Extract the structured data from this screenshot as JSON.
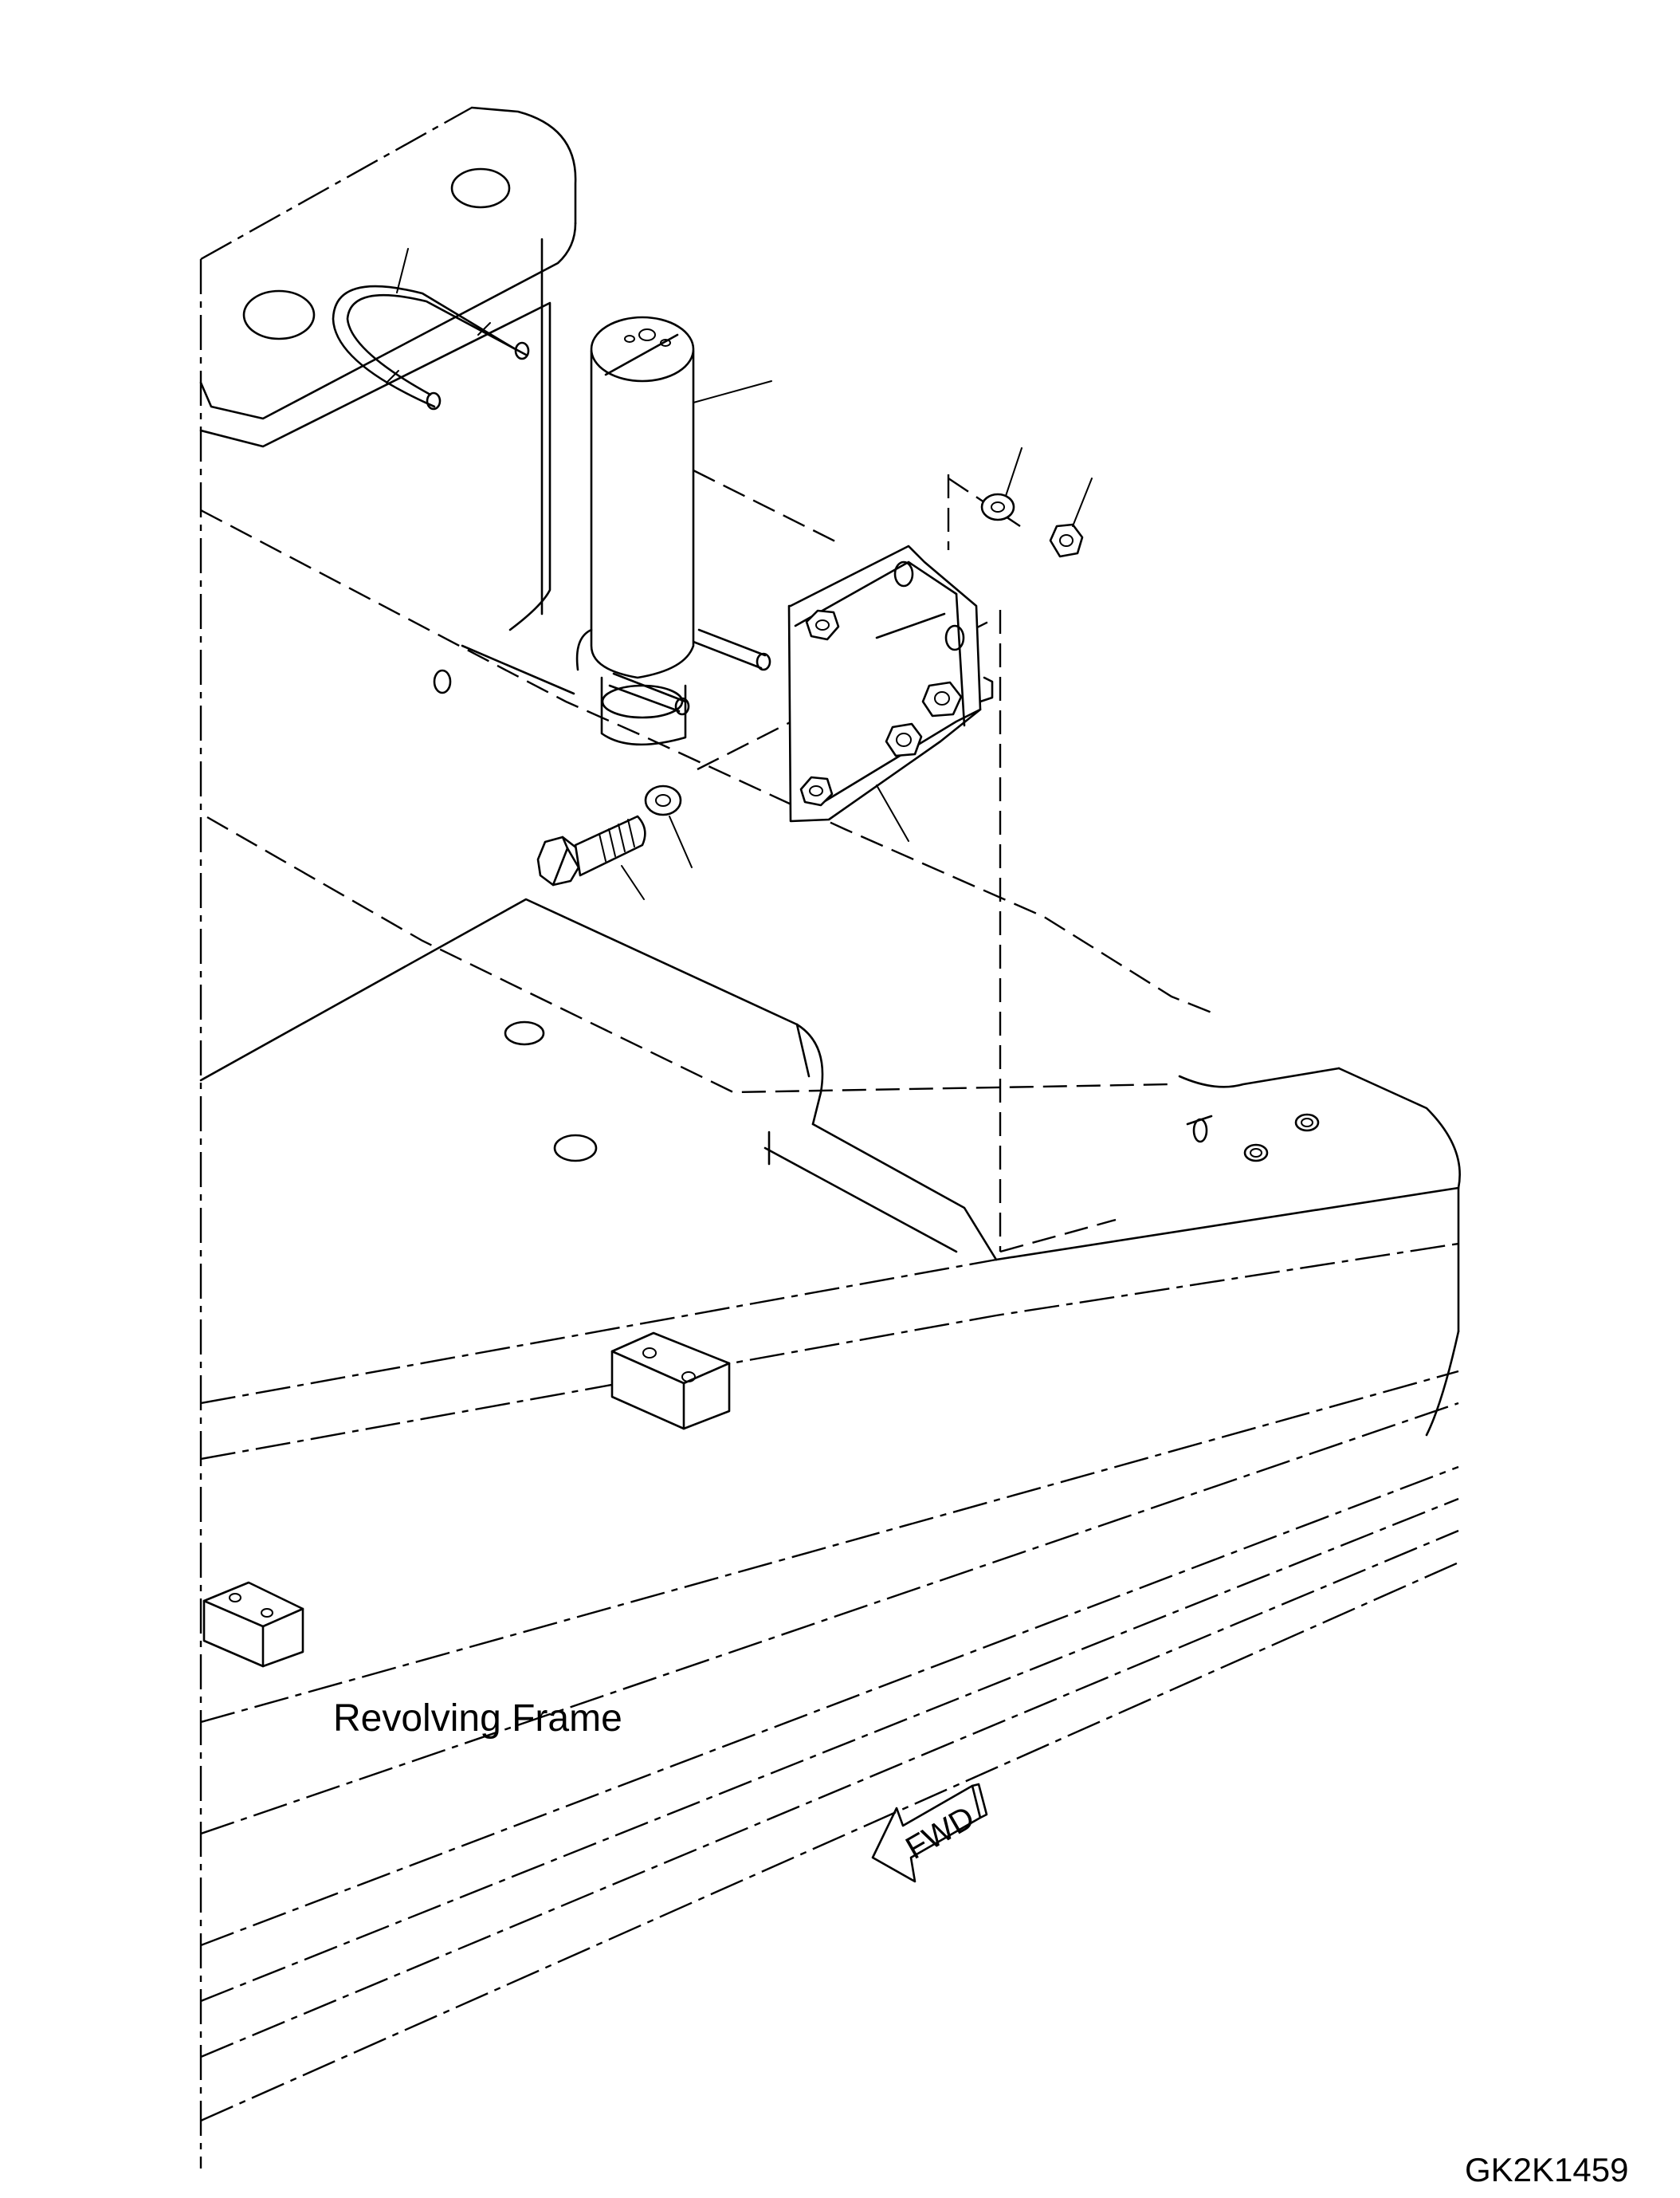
{
  "labels": {
    "frame": "Revolving Frame",
    "drawing_code": "GK2K1459",
    "direction": "FWD"
  }
}
